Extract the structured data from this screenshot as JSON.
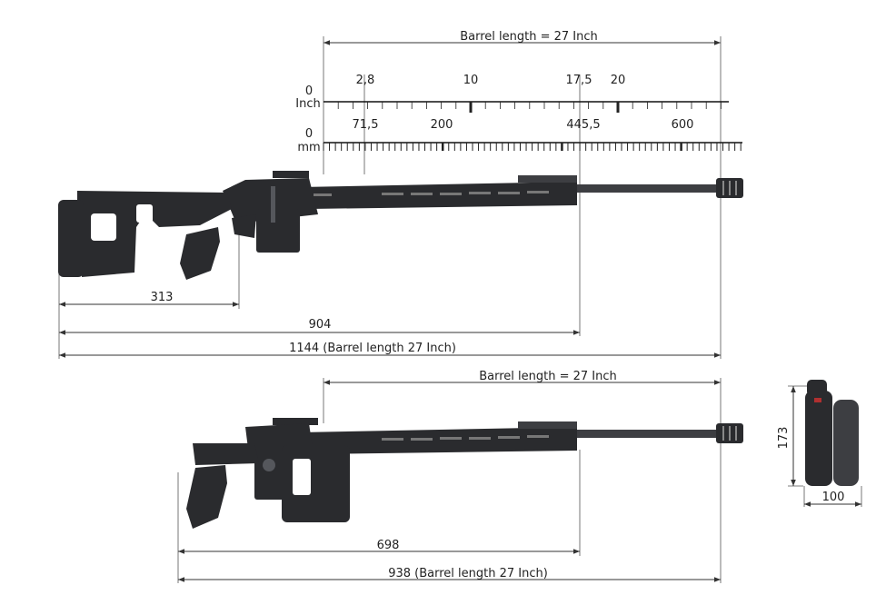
{
  "top_view": {
    "barrel_label": "Barrel length = 27 Inch",
    "ruler": {
      "inch_unit": "Inch",
      "inch_zero": "0",
      "inch_labels": [
        "2,8",
        "10",
        "17,5",
        "20"
      ],
      "mm_unit": "mm",
      "mm_zero": "0",
      "mm_labels": [
        "71,5",
        "200",
        "445,5",
        "600"
      ]
    },
    "dim_stock": "313",
    "dim_904": "904",
    "dim_overall": "1144 (Barrel length 27 Inch)"
  },
  "folded_view": {
    "barrel_label": "Barrel length = 27 Inch",
    "dim_698": "698",
    "dim_overall": "938 (Barrel length 27 Inch)"
  },
  "end_view": {
    "height": "173",
    "width": "100"
  }
}
